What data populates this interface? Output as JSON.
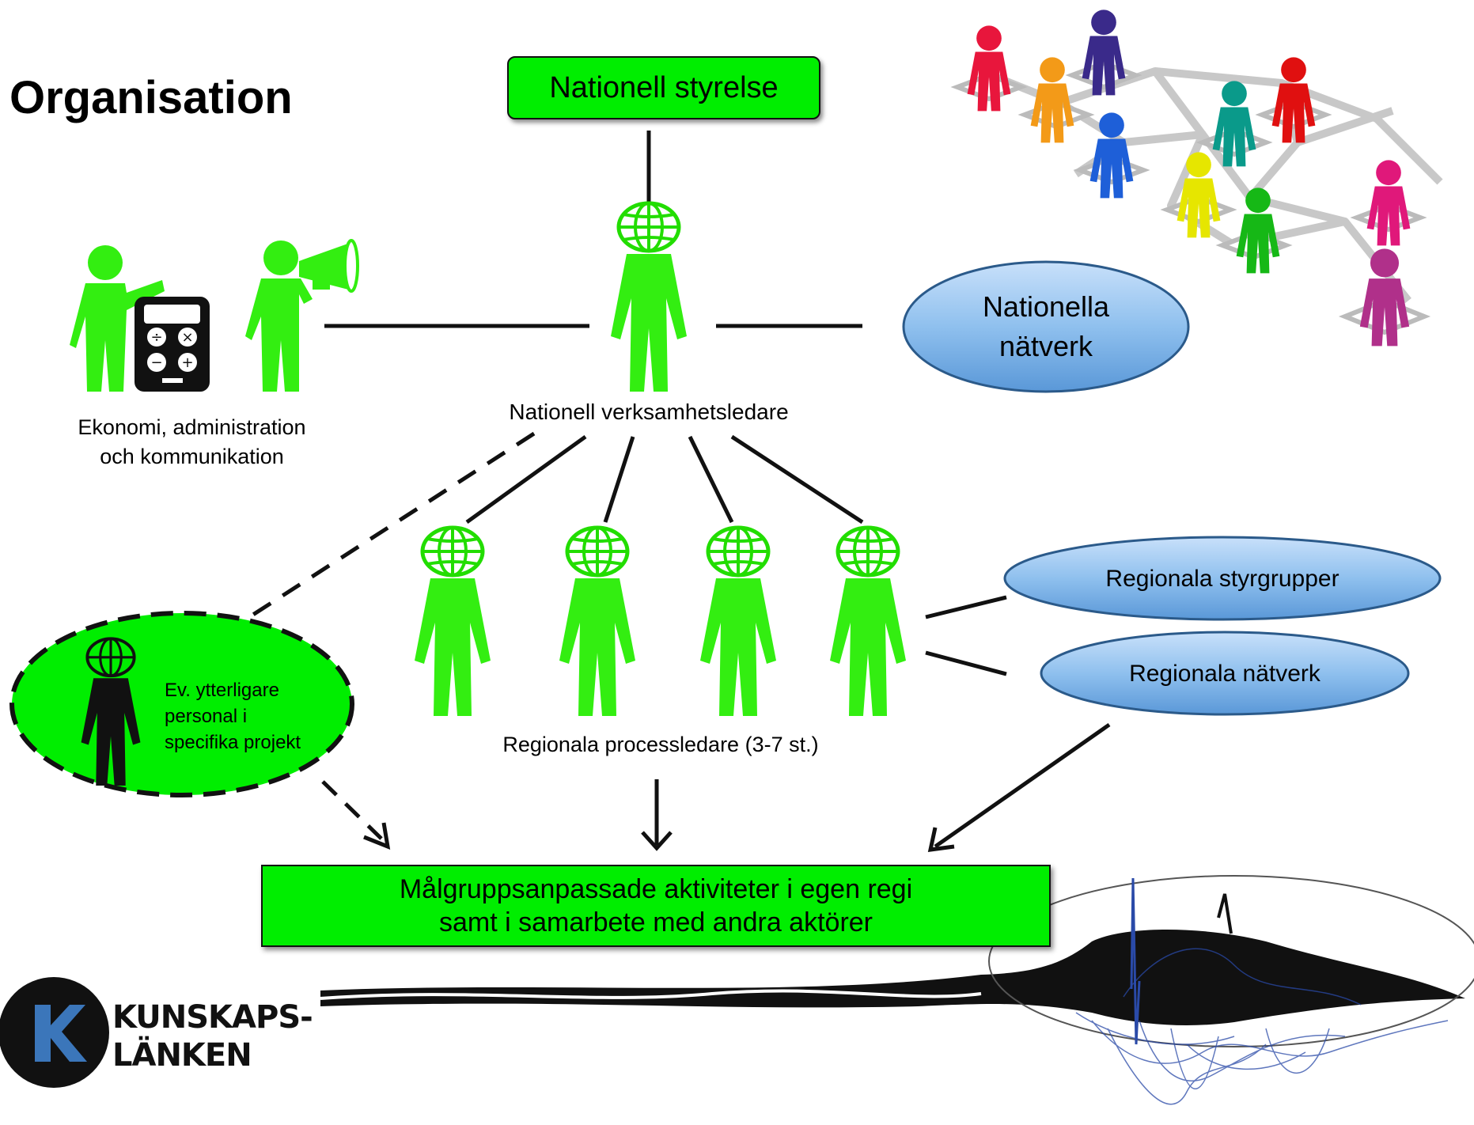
{
  "title": "Organisation",
  "top_box": "Nationell styrelse",
  "leader_label": "Nationell verksamhetsledare",
  "economy_label": {
    "line1": "Ekonomi, administration",
    "line2": "och kommunikation"
  },
  "national_networks": {
    "line1": "Nationella",
    "line2": "nätverk"
  },
  "regional_steering": "Regionala styrgrupper",
  "regional_networks": "Regionala nätverk",
  "process_leaders_label": "Regionala processledare (3-7 st.)",
  "extra_staff": {
    "line1": "Ev. ytterligare",
    "line2": "personal i",
    "line3": "specifika projekt"
  },
  "activities_box": {
    "line1": "Målgruppsanpassade aktiviteter i egen regi",
    "line2": "samt i samarbete med andra aktörer"
  },
  "logo": {
    "line1": "KUNSKAPS-",
    "line2": "LÄNKEN"
  },
  "colors": {
    "green": "#00ee00",
    "figure_green": "#33ee11",
    "oval_blue": "#8fc0ee",
    "dark_blue": "#2b5a8a"
  }
}
